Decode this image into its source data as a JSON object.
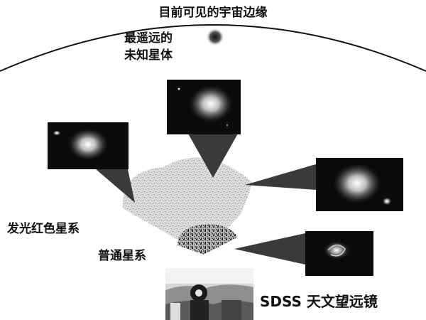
{
  "title": "目前可见的宇宙边缘",
  "far_objects": {
    "line1": "最遥远的",
    "line2": "未知星体"
  },
  "red_galaxies_label": "发光红色星系",
  "normal_galaxies_label": "普通星系",
  "telescope_label": "SDSS 天文望远镜",
  "colors": {
    "ink": "#111111",
    "panel": "#0b0b0b",
    "cone": "#3a3a3a",
    "survey_fan": "#d9d9d9"
  }
}
